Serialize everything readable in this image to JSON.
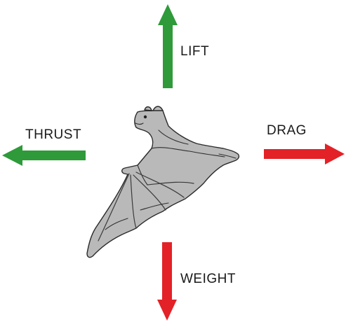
{
  "colors": {
    "lift_thrust": "#2e9a3a",
    "drag_weight": "#e32227"
  },
  "forces": {
    "lift": "LIFT",
    "thrust": "THRUST",
    "drag": "DRAG",
    "weight": "WEIGHT"
  },
  "icons": {
    "center": "bat-icon"
  }
}
